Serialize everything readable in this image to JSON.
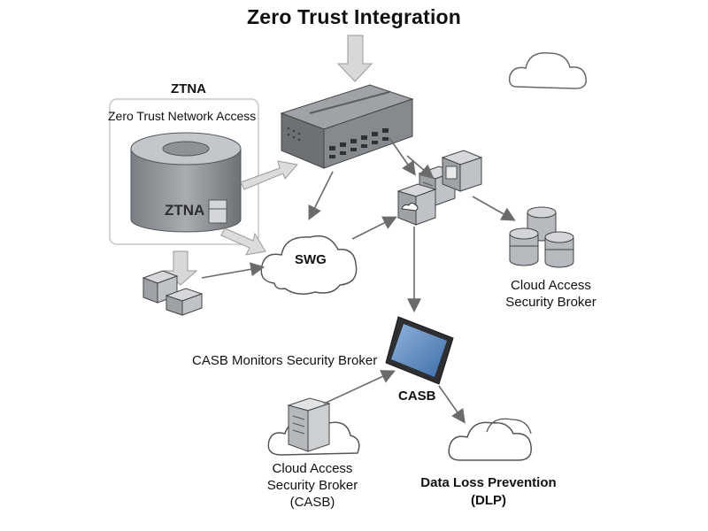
{
  "title": "Zero Trust Integration",
  "ztna": {
    "heading": "ZTNA",
    "subtitle": "Zero Trust Network Access",
    "cylinder_label": "ZTNA"
  },
  "swg": {
    "label": "SWG"
  },
  "cloud_access_right": {
    "line1": "Cloud Access",
    "line2": "Security Broker"
  },
  "casb_monitors": "CASB Monitors Security Broker",
  "casb": {
    "label": "CASB"
  },
  "cloud_access_bottom": {
    "line1": "Cloud Access",
    "line2": "Security Broker",
    "line3": "(CASB)"
  },
  "dlp": {
    "line1": "Data Loss Prevention",
    "line2": "(DLP)"
  },
  "colors": {
    "arrow": "#6b6b6b",
    "device": "#8a8d91",
    "device_dark": "#5f6266",
    "screen": "#4f7fb8"
  },
  "icons": [
    "cloud-icon",
    "cylinder-icon",
    "switch-icon",
    "database-icon",
    "server-icon",
    "tablet-icon",
    "box-icon"
  ]
}
